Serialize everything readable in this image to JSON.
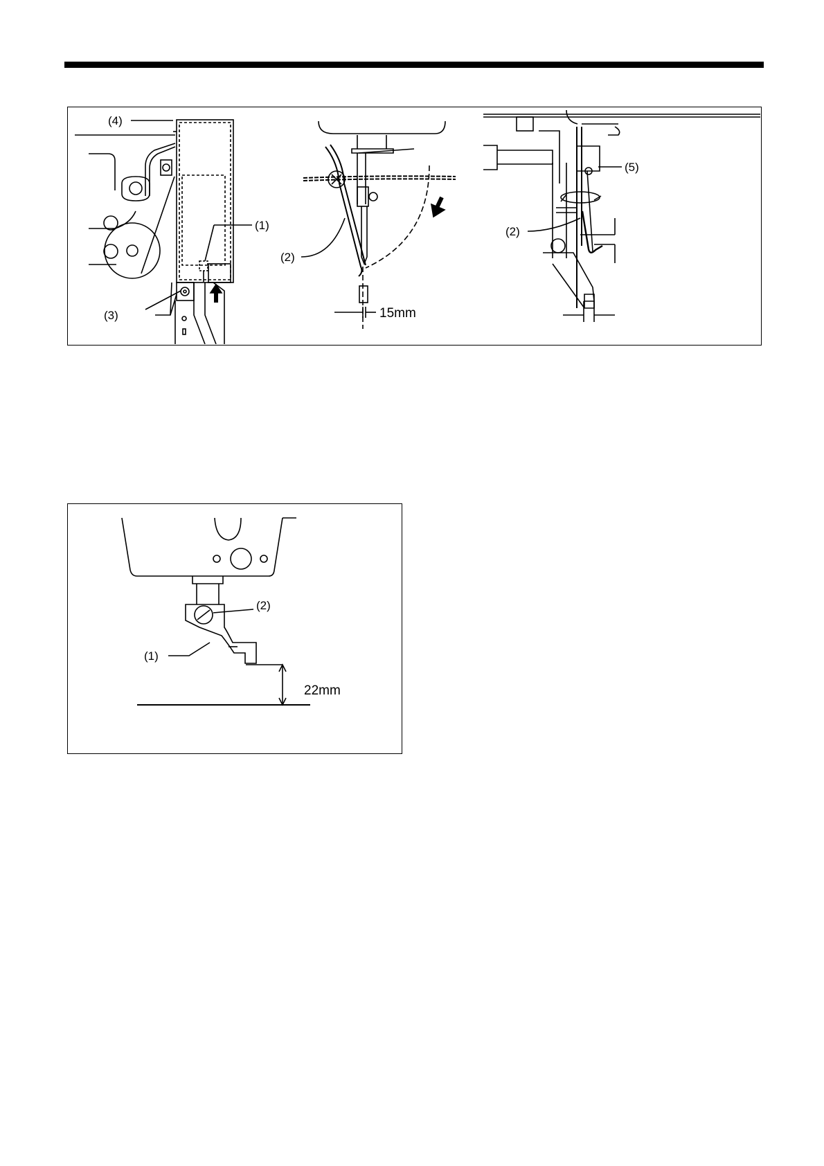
{
  "figure_top": {
    "panel_left": {
      "labels": [
        "(4)",
        "(1)",
        "(3)"
      ]
    },
    "panel_middle": {
      "labels": [
        "(2)"
      ],
      "dimension": "15mm"
    },
    "panel_right": {
      "labels": [
        "(5)",
        "(2)"
      ]
    }
  },
  "figure_bottom": {
    "labels": [
      "(2)",
      "(1)"
    ],
    "dimension": "22mm"
  }
}
